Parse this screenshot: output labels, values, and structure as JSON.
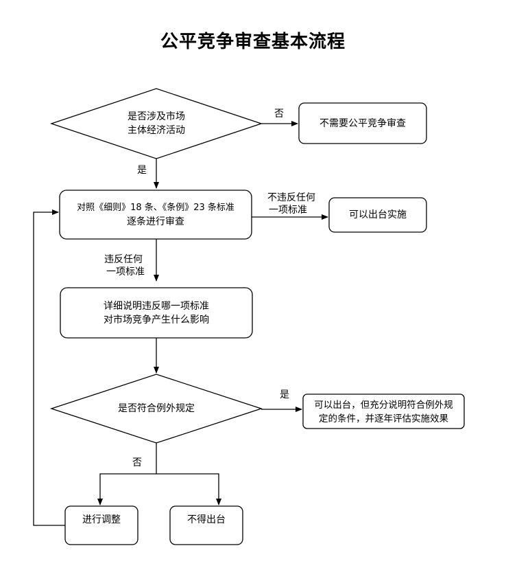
{
  "title": "公平竞争审查基本流程",
  "nodes": {
    "d1": {
      "line1": "是否涉及市场",
      "line2": "主体经济活动"
    },
    "no_review": {
      "text": "不需要公平竞争审查"
    },
    "review": {
      "line1": "对照《细则》18 条、《条例》23 条标准",
      "line2": "逐条进行审查"
    },
    "implement": {
      "text": "可以出台实施"
    },
    "explain": {
      "line1": "详细说明违反哪一项标准",
      "line2": "对市场竞争产生什么影响"
    },
    "d2": {
      "text": "是否符合例外规定"
    },
    "exception_ok": {
      "line1": "可以出台，但充分说明符合例外规",
      "line2": "定的条件，并逐年评估实施效果"
    },
    "adjust": {
      "text": "进行调整"
    },
    "no_issue": {
      "text": "不得出台"
    }
  },
  "edges": {
    "d1_no": "否",
    "d1_yes": "是",
    "no_violation_1": "不违反任何",
    "no_violation_2": "一项标准",
    "violation_1": "违反任何",
    "violation_2": "一项标准",
    "d2_yes": "是",
    "d2_no": "否"
  }
}
